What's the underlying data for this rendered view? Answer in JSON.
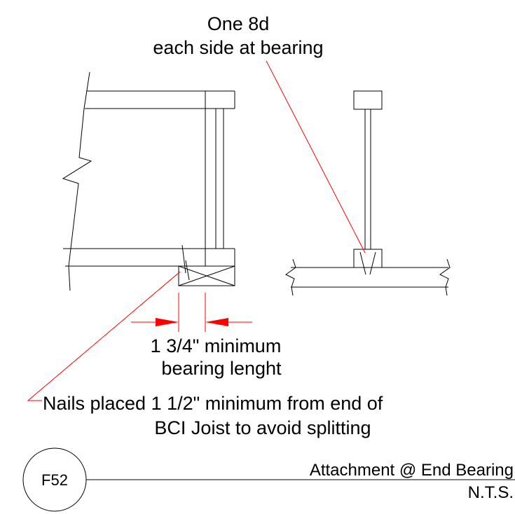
{
  "notes": {
    "nail_callout_line1": "One 8d",
    "nail_callout_line2": "each side at bearing",
    "bearing_line1": "1 3/4\" minimum",
    "bearing_line2": "bearing lenght",
    "placement_line1": "Nails placed 1 1/2\" minimum from end of",
    "placement_line2": "BCI Joist to avoid splitting"
  },
  "title_block": {
    "detail_id": "F52",
    "title": "Attachment @ End Bearing",
    "scale": "N.T.S."
  },
  "colors": {
    "linework": "#000000",
    "leader": "#ff0000",
    "background": "#ffffff"
  }
}
